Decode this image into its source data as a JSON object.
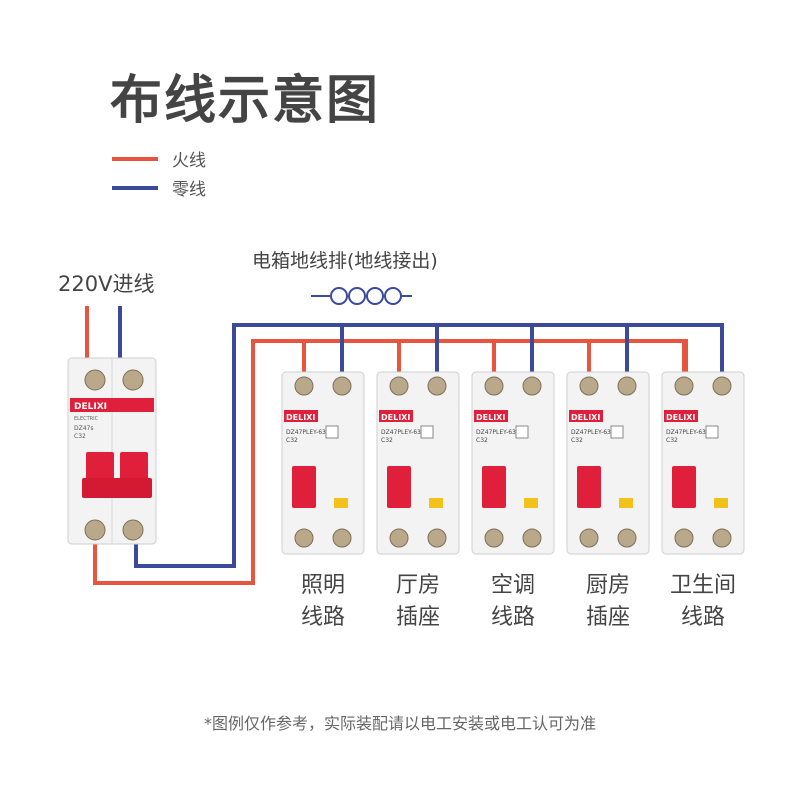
{
  "title": "布线示意图",
  "legend": [
    {
      "label": "火线",
      "color": "#e8553f"
    },
    {
      "label": "零线",
      "color": "#3b4a9a"
    }
  ],
  "ground_bar_label": "电箱地线排(地线接出)",
  "input_label": "220V进线",
  "main_breaker": {
    "brand": "DELIXI",
    "sub": "ELECTRIC",
    "model": "DZ47s",
    "rating": "C32"
  },
  "rcbo_model": "DZ47PLEY-63",
  "rcbo_rating": "C32",
  "circuits": [
    {
      "label": "照明\n线路"
    },
    {
      "label": "厅房\n插座"
    },
    {
      "label": "空调\n线路"
    },
    {
      "label": "厨房\n插座"
    },
    {
      "label": "卫生间\n线路"
    }
  ],
  "footnote": "*图例仅作参考，实际装配请以电工安装或电工认可为准",
  "colors": {
    "live": "#e8553f",
    "neutral": "#3b4a9a",
    "handle": "#e0203a"
  }
}
